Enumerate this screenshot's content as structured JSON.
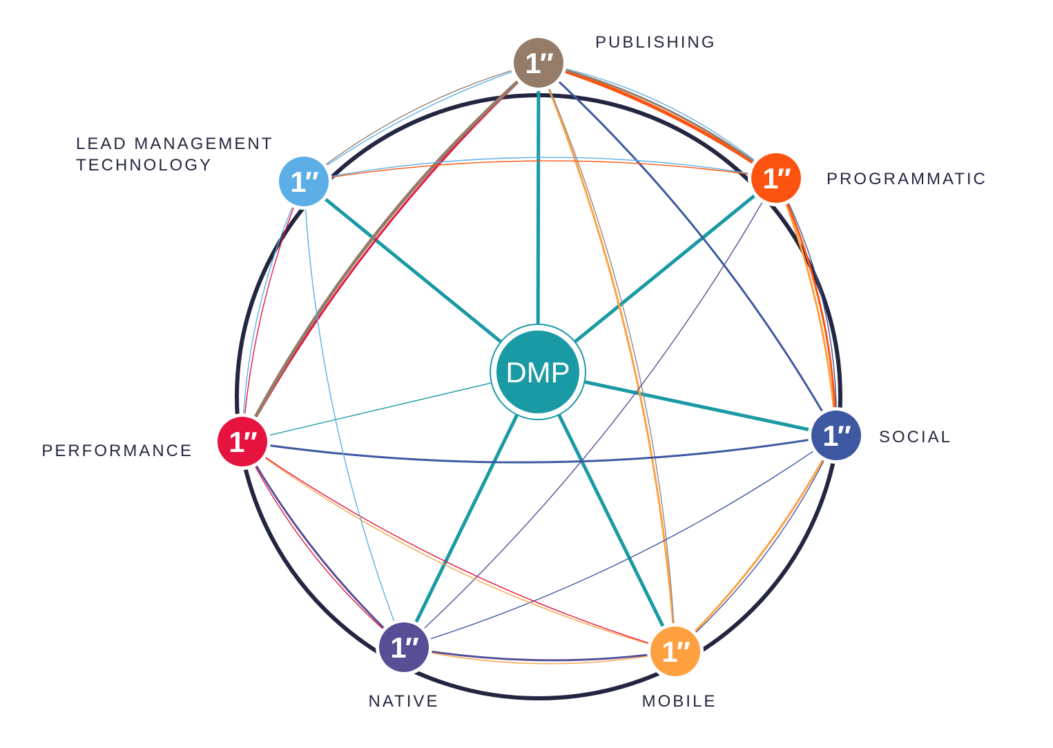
{
  "diagram": {
    "center": {
      "label": "DMP",
      "color": "#1a9aa4"
    },
    "ring_color": "#232640",
    "nodes": [
      {
        "id": "publishing",
        "label": "PUBLISHING",
        "glyph": "1″",
        "color": "#957c68"
      },
      {
        "id": "programmatic",
        "label": "PROGRAMMATIC",
        "glyph": "1″",
        "color": "#fc5410"
      },
      {
        "id": "social",
        "label": "SOCIAL",
        "glyph": "1″",
        "color": "#3d58a0"
      },
      {
        "id": "mobile",
        "label": "MOBILE",
        "glyph": "1″",
        "color": "#ffa040"
      },
      {
        "id": "native",
        "label": "NATIVE",
        "glyph": "1″",
        "color": "#564f96"
      },
      {
        "id": "performance",
        "label": "PERFORMANCE",
        "glyph": "1″",
        "color": "#e6133f"
      },
      {
        "id": "lead",
        "label_lines": [
          "LEAD MANAGEMENT",
          "TECHNOLOGY"
        ],
        "glyph": "1″",
        "color": "#5baee6"
      }
    ],
    "connections": [
      {
        "from": "center",
        "to": "publishing",
        "color": "#1a9aa4",
        "weight": "heavy"
      },
      {
        "from": "center",
        "to": "programmatic",
        "color": "#1a9aa4",
        "weight": "heavy"
      },
      {
        "from": "center",
        "to": "social",
        "color": "#1a9aa4",
        "weight": "heavy"
      },
      {
        "from": "center",
        "to": "mobile",
        "color": "#1a9aa4",
        "weight": "heavy"
      },
      {
        "from": "center",
        "to": "native",
        "color": "#1a9aa4",
        "weight": "heavy"
      },
      {
        "from": "center",
        "to": "performance",
        "color": "#1a9aa4",
        "weight": "light"
      },
      {
        "from": "center",
        "to": "lead",
        "color": "#1a9aa4",
        "weight": "heavy"
      },
      {
        "from": "publishing",
        "to": "programmatic",
        "color": "#fc5410",
        "weight": "heavy"
      },
      {
        "from": "publishing",
        "to": "programmatic",
        "color": "#957c68",
        "weight": "medium"
      },
      {
        "from": "publishing",
        "to": "programmatic",
        "color": "#5baee6",
        "weight": "light"
      },
      {
        "from": "publishing",
        "to": "social",
        "color": "#3d58a0",
        "weight": "medium"
      },
      {
        "from": "publishing",
        "to": "mobile",
        "color": "#ffa040",
        "weight": "medium"
      },
      {
        "from": "publishing",
        "to": "mobile",
        "color": "#8a8a8a",
        "weight": "light"
      },
      {
        "from": "publishing",
        "to": "performance",
        "color": "#e6133f",
        "weight": "medium"
      },
      {
        "from": "publishing",
        "to": "performance",
        "color": "#957c68",
        "weight": "heavy"
      },
      {
        "from": "publishing",
        "to": "lead",
        "color": "#5baee6",
        "weight": "light"
      },
      {
        "from": "publishing",
        "to": "lead",
        "color": "#957c68",
        "weight": "light"
      },
      {
        "from": "programmatic",
        "to": "social",
        "color": "#ffa040",
        "weight": "medium"
      },
      {
        "from": "programmatic",
        "to": "social",
        "color": "#fc5410",
        "weight": "medium"
      },
      {
        "from": "programmatic",
        "to": "social",
        "color": "#3d58a0",
        "weight": "light"
      },
      {
        "from": "programmatic",
        "to": "native",
        "color": "#564f96",
        "weight": "light"
      },
      {
        "from": "programmatic",
        "to": "lead",
        "color": "#fc5410",
        "weight": "light"
      },
      {
        "from": "programmatic",
        "to": "lead",
        "color": "#5baee6",
        "weight": "light"
      },
      {
        "from": "social",
        "to": "mobile",
        "color": "#ffa040",
        "weight": "medium"
      },
      {
        "from": "social",
        "to": "mobile",
        "color": "#3d58a0",
        "weight": "light"
      },
      {
        "from": "social",
        "to": "native",
        "color": "#3d58a0",
        "weight": "light"
      },
      {
        "from": "social",
        "to": "performance",
        "color": "#3d58a0",
        "weight": "medium"
      },
      {
        "from": "mobile",
        "to": "native",
        "color": "#564f96",
        "weight": "medium"
      },
      {
        "from": "mobile",
        "to": "native",
        "color": "#ffa040",
        "weight": "light"
      },
      {
        "from": "mobile",
        "to": "performance",
        "color": "#e6133f",
        "weight": "light"
      },
      {
        "from": "mobile",
        "to": "performance",
        "color": "#ffa040",
        "weight": "light"
      },
      {
        "from": "native",
        "to": "performance",
        "color": "#564f96",
        "weight": "medium"
      },
      {
        "from": "native",
        "to": "performance",
        "color": "#e6133f",
        "weight": "light"
      },
      {
        "from": "native",
        "to": "lead",
        "color": "#5baee6",
        "weight": "light"
      },
      {
        "from": "performance",
        "to": "lead",
        "color": "#e6133f",
        "weight": "light"
      },
      {
        "from": "performance",
        "to": "lead",
        "color": "#5baee6",
        "weight": "light"
      }
    ]
  }
}
